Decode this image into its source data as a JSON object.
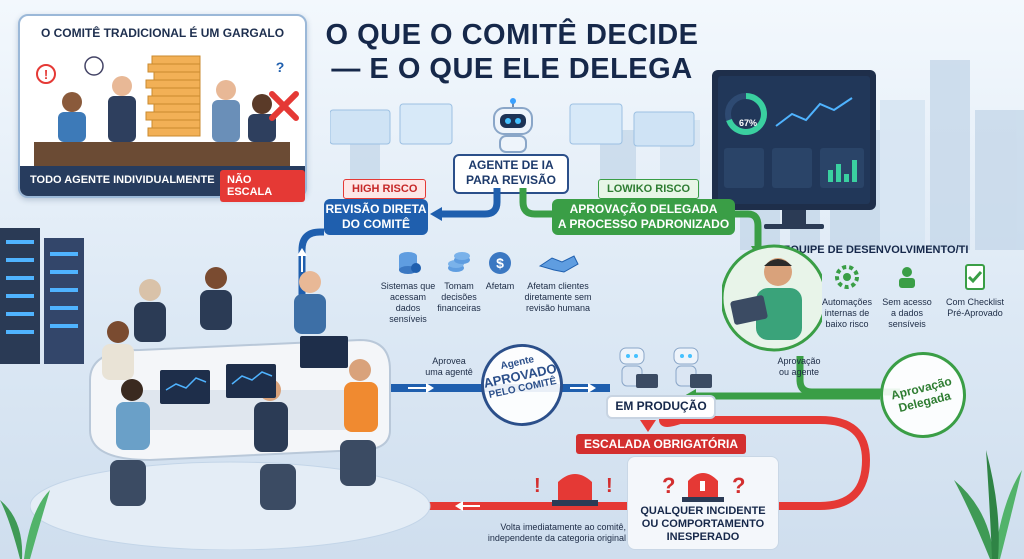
{
  "title": {
    "line1": "O QUE O COMITÊ DECIDE",
    "line2": "— E O QUE ELE DELEGA"
  },
  "traditional_panel": {
    "title": "O COMITÊ TRADICIONAL É UM GARGALO",
    "footer": "TODO AGENTE INDIVIDUALMENTE",
    "badge": "NÃO ESCALA"
  },
  "ai_agent": {
    "label_line1": "AGENTE DE IA",
    "label_line2": "PARA REVISÃO"
  },
  "high_risk": {
    "tag": "HIGH RISCO",
    "box_line1": "REVISÃO DIRETA",
    "box_line2": "DO COMITÊ",
    "criteria": [
      {
        "icon": "database-icon",
        "line1": "Sistemas que",
        "line2": "acessam dados",
        "line3": "sensíveis"
      },
      {
        "icon": "coins-icon",
        "line1": "Tomam",
        "line2": "decisões",
        "line3": "financeiras"
      },
      {
        "icon": "dollar-icon",
        "line1": "Afetam",
        "line2": "",
        "line3": ""
      },
      {
        "icon": "handshake-icon",
        "line1": "Afetam clientes",
        "line2": "diretamente sem",
        "line3": "revisão humana"
      }
    ]
  },
  "low_risk": {
    "tag": "LOWIKO RISCO",
    "box_line1": "APROVAÇÃO DELEGADA",
    "box_line2": "A PROCESSO PADRONIZADO"
  },
  "dev_team": {
    "title": "EQUIPE DE DESENVOLVIMENTO/TI",
    "items": [
      {
        "icon": "gear-icon",
        "line1": "Automações",
        "line2": "internas de",
        "line3": "baixo risco"
      },
      {
        "icon": "lock-icon",
        "line1": "Sem acesso",
        "line2": "a dados",
        "line3": "sensíveis"
      },
      {
        "icon": "checklist-icon",
        "line1": "Com Checklist",
        "line2": "Pré-Aprovado",
        "line3": ""
      }
    ],
    "approval_line1": "Aprovação",
    "approval_line2": "ou agente"
  },
  "stamps": {
    "committee_line1": "Agente",
    "committee_line2": "APROVADO",
    "committee_line3": "PELO COMITÊ",
    "delegated_line1": "Aprovação",
    "delegated_line2": "Delegada"
  },
  "flow": {
    "approves_line1": "Aprovea",
    "approves_line2": "uma agentê",
    "production": "EM PRODUÇÃO",
    "mandatory_escalation": "ESCALADA OBRIGATÓRIA",
    "incident_line1": "QUALQUER INCIDENTE",
    "incident_line2": "OU COMPORTAMENTO",
    "incident_line3": "INESPERADO",
    "return_line1": "Volta imediatamente ao comitê,",
    "return_line2": "independente da categoria original"
  },
  "monitor": {
    "gauge_value": "67%"
  },
  "colors": {
    "navy": "#16284a",
    "blue": "#1f5fae",
    "green": "#3a9e46",
    "red": "#e53935",
    "orange": "#f08a30"
  }
}
